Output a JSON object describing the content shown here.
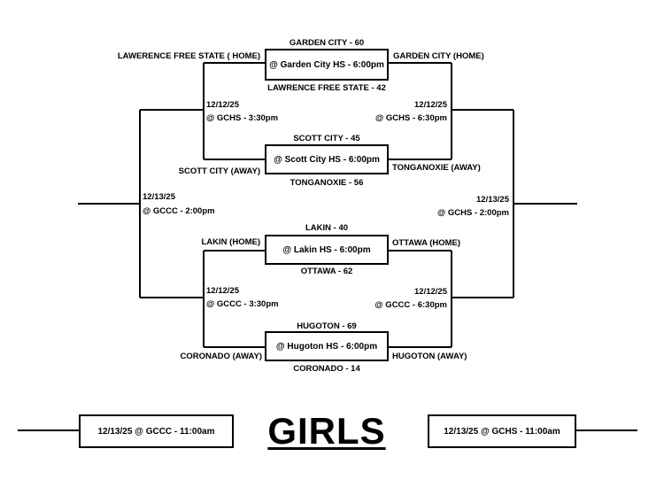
{
  "bracket": {
    "top_left_game": {
      "winner_score": "GARDEN CITY - 60",
      "home_team": "LAWERENCE FREE STATE ( HOME)",
      "venue": "@ Garden City HS  -  6:00pm",
      "away_team": "GARDEN CITY (HOME)",
      "loser_score": "LAWRENCE FREE STATE - 42"
    },
    "mid_left_game": {
      "winner_score": "SCOTT CITY - 45",
      "venue": "@ Scott City HS  -  6:00pm",
      "away_team": "SCOTT CITY (AWAY)",
      "home_team": "TONGANOXIE (AWAY)",
      "loser_score": "TONGANOXIE - 56"
    },
    "mid_right_game": {
      "winner_score": "LAKIN - 40",
      "home_team": "LAKIN (HOME)",
      "venue": "@ Lakin HS  -  6:00pm",
      "away_team": "OTTAWA (HOME)",
      "loser_score": "OTTAWA - 62"
    },
    "bottom_game": {
      "winner_score": "HUGOTON - 69",
      "venue": "@ Hugoton HS  -  6:00pm",
      "away_team": "CORONADO (AWAY)",
      "home_team": "HUGOTON (AWAY)",
      "loser_score": "CORONADO - 14"
    },
    "round2": {
      "upper_left_date": "12/12/25",
      "upper_left_site": "@ GCHS  -  3:30pm",
      "upper_right_date": "12/12/25",
      "upper_right_site": "@ GCHS  -  6:30pm",
      "lower_left_date": "12/12/25",
      "lower_left_site": "@ GCCC  -  3:30pm",
      "lower_right_date": "12/12/25",
      "lower_right_site": "@ GCCC  -  6:30pm"
    },
    "semis": {
      "left_date": "12/13/25",
      "left_site": "@ GCCC  -  2:00pm",
      "right_date": "12/13/25",
      "right_site": "@ GCHS  -  2:00pm"
    },
    "finals": {
      "left_box": "12/13/25 @ GCCC -  11:00am",
      "right_box": "12/13/25 @ GCHS  -  11:00am"
    },
    "title": "GIRLS"
  }
}
